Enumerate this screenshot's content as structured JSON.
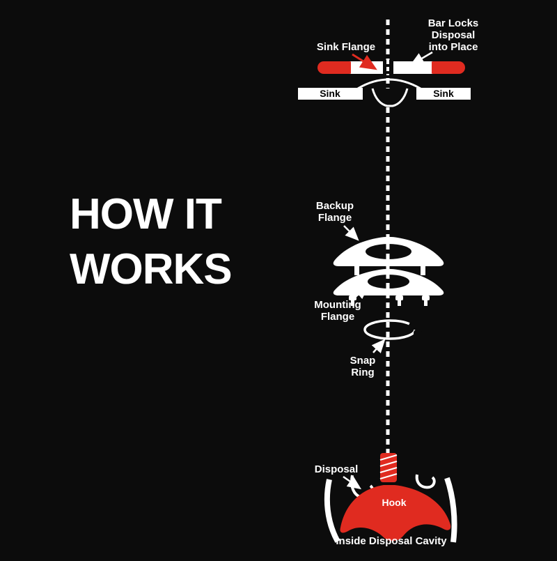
{
  "title": {
    "line1": "HOW IT",
    "line2": "WORKS"
  },
  "labels": {
    "sink_flange": "Sink Flange",
    "bar_locks": [
      "Bar Locks",
      "Disposal",
      "into Place"
    ],
    "sink_left": "Sink",
    "sink_right": "Sink",
    "backup_flange": [
      "Backup",
      "Flange"
    ],
    "mounting_flange": [
      "Mounting",
      "Flange"
    ],
    "snap_ring": [
      "Snap",
      "Ring"
    ],
    "disposal": "Disposal",
    "hook": "Hook",
    "inside_disposal_cavity": "Inside Disposal Cavity"
  },
  "colors": {
    "background": "#0c0c0c",
    "accent_red": "#e02b20",
    "white": "#ffffff",
    "black": "#000000"
  }
}
